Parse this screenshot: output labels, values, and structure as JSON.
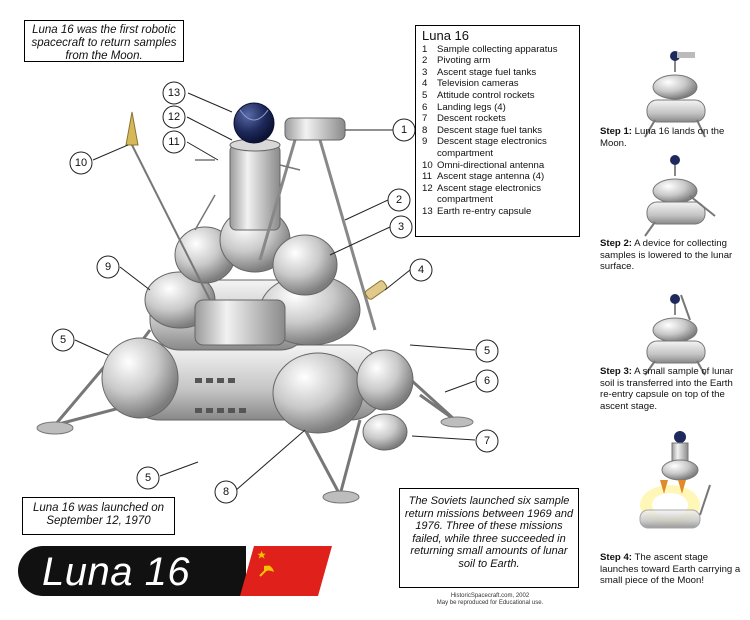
{
  "intro_note": "Luna 16 was the first robotic spacecraft to return samples from the Moon.",
  "legend": {
    "title": "Luna 16",
    "items": [
      {
        "num": "1",
        "label": "Sample collecting apparatus"
      },
      {
        "num": "2",
        "label": "Pivoting arm"
      },
      {
        "num": "3",
        "label": "Ascent stage fuel tanks"
      },
      {
        "num": "4",
        "label": "Television cameras"
      },
      {
        "num": "5",
        "label": "Attitude control rockets"
      },
      {
        "num": "6",
        "label": "Landing legs (4)"
      },
      {
        "num": "7",
        "label": "Descent rockets"
      },
      {
        "num": "8",
        "label": "Descent stage fuel tanks"
      },
      {
        "num": "9",
        "label": "Descent stage electronics compartment"
      },
      {
        "num": "10",
        "label": "Omni-directional antenna"
      },
      {
        "num": "11",
        "label": "Ascent stage antenna (4)"
      },
      {
        "num": "12",
        "label": "Ascent stage electronics compartment"
      },
      {
        "num": "13",
        "label": "Earth re-entry capsule"
      }
    ]
  },
  "callouts": [
    "13",
    "12",
    "11",
    "10",
    "1",
    "2",
    "3",
    "4",
    "9",
    "5",
    "5",
    "6",
    "5",
    "8",
    "7"
  ],
  "launch_note": "Luna 16 was launched on September 12, 1970",
  "soviet_note": "The Soviets launched six sample return missions between 1969 and 1976. Three of these missions failed, while three succeeded in returning small amounts of lunar soil to Earth.",
  "credit": {
    "line1": "HistoricSpacecraft.com, 2002",
    "line2": "May be reproduced for Educational use."
  },
  "banner_title": "Luna 16",
  "steps": [
    {
      "label": "Step 1:",
      "text": "Luna 16 lands on the Moon."
    },
    {
      "label": "Step 2:",
      "text": "A device for collecting samples is lowered to the lunar surface."
    },
    {
      "label": "Step 3:",
      "text": "A small sample of lunar soil is transferred into the Earth re-entry capsule on top of the ascent stage."
    },
    {
      "label": "Step 4:",
      "text": "The ascent stage launches toward Earth carrying a small piece of the Moon!"
    }
  ],
  "colors": {
    "flag_red": "#e0201b",
    "flag_symbol": "#f4c400",
    "capsule": "#1f2a5c",
    "banner": "#111111"
  }
}
